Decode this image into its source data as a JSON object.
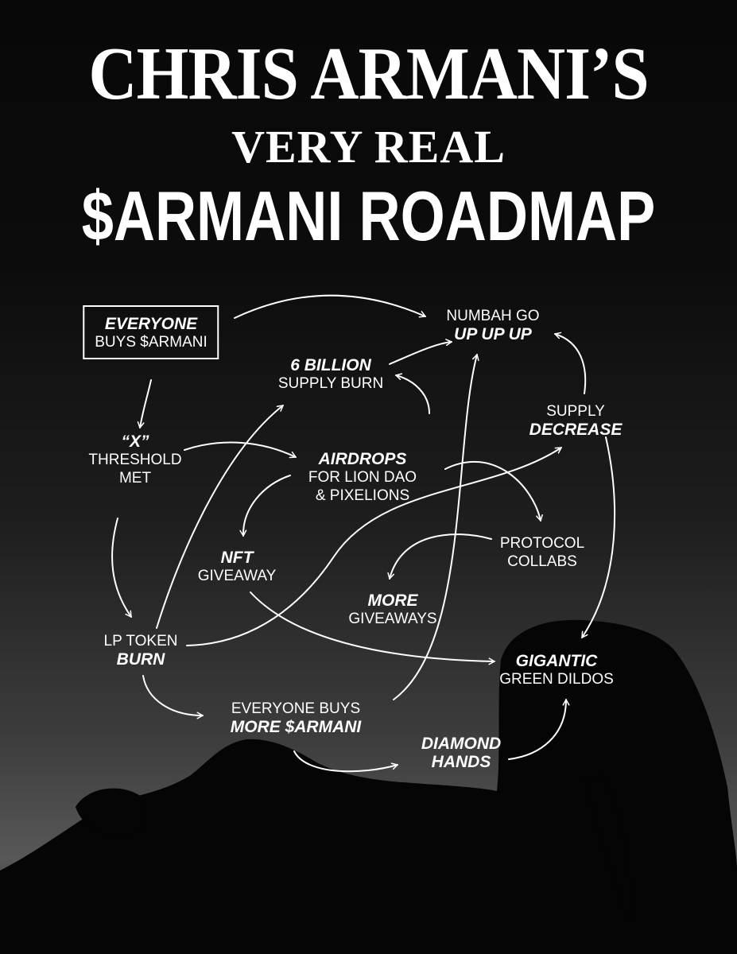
{
  "title": {
    "line1": "CHRIS ARMANI’S",
    "line2": "VERY REAL",
    "line3": "$ARMANI ROADMAP"
  },
  "nodes": {
    "everyone_buys": {
      "emphasis": "EVERYONE",
      "text": "BUYS $ARMANI"
    },
    "threshold_met": {
      "emphasis": "“X”",
      "text1": "THRESHOLD",
      "text2": "MET"
    },
    "numbah_go": {
      "text": "NUMBAH GO",
      "emphasis": "UP UP UP"
    },
    "six_billion": {
      "emphasis": "6 BILLION",
      "text": "SUPPLY BURN"
    },
    "supply_decrease": {
      "text": "SUPPLY",
      "emphasis": "DECREASE"
    },
    "airdrops": {
      "emphasis": "AIRDROPS",
      "text1": "FOR LION DAO",
      "text2": "& PIXELIONS"
    },
    "nft_giveaway": {
      "emphasis": "NFT",
      "text": "GIVEAWAY"
    },
    "protocol_collabs": {
      "text1": "PROTOCOL",
      "text2": "COLLABS"
    },
    "more_giveaways": {
      "emphasis": "MORE",
      "text": "GIVEAWAYS"
    },
    "lp_token_burn": {
      "text": "LP TOKEN",
      "emphasis": "BURN"
    },
    "gigantic_green_dildos": {
      "emphasis": "GIGANTIC",
      "text": "GREEN DILDOS"
    },
    "everyone_buys_more": {
      "text": "EVERYONE BUYS",
      "emphasis": "MORE $ARMANI"
    },
    "diamond_hands": {
      "emphasis1": "DIAMOND",
      "emphasis2": "HANDS"
    }
  }
}
